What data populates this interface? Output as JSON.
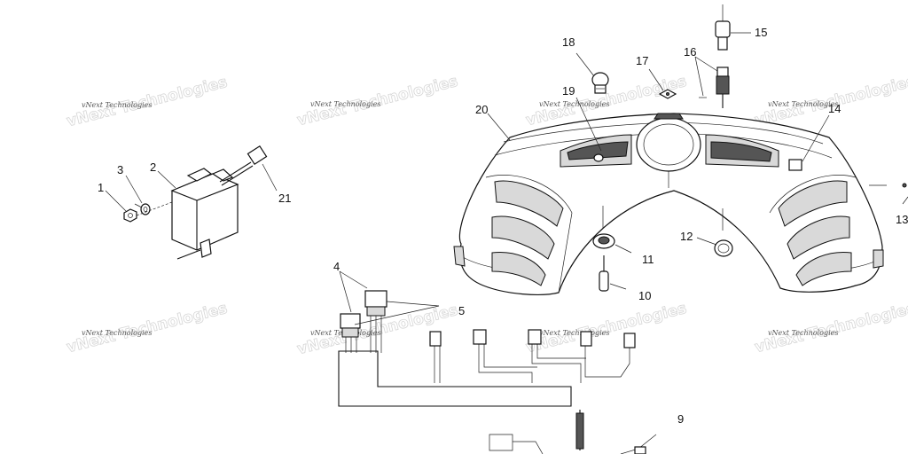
{
  "diagram": {
    "callouts": [
      {
        "id": "c1",
        "text": "1"
      },
      {
        "id": "c2",
        "text": "2"
      },
      {
        "id": "c3",
        "text": "3"
      },
      {
        "id": "c4",
        "text": "4"
      },
      {
        "id": "c5",
        "text": "5"
      },
      {
        "id": "c9",
        "text": "9"
      },
      {
        "id": "c10",
        "text": "10"
      },
      {
        "id": "c11",
        "text": "11"
      },
      {
        "id": "c12",
        "text": "12"
      },
      {
        "id": "c13",
        "text": "13"
      },
      {
        "id": "c14",
        "text": "14"
      },
      {
        "id": "c15",
        "text": "15"
      },
      {
        "id": "c16",
        "text": "16"
      },
      {
        "id": "c17",
        "text": "17"
      },
      {
        "id": "c18",
        "text": "18"
      },
      {
        "id": "c19",
        "text": "19"
      },
      {
        "id": "c20",
        "text": "20"
      },
      {
        "id": "c21",
        "text": "21"
      }
    ],
    "watermark": "vNext Technologies",
    "colors": {
      "line": "#111111",
      "shade": "#d9d9d9",
      "watermark": "#d6d6d6",
      "background": "#ffffff"
    }
  }
}
